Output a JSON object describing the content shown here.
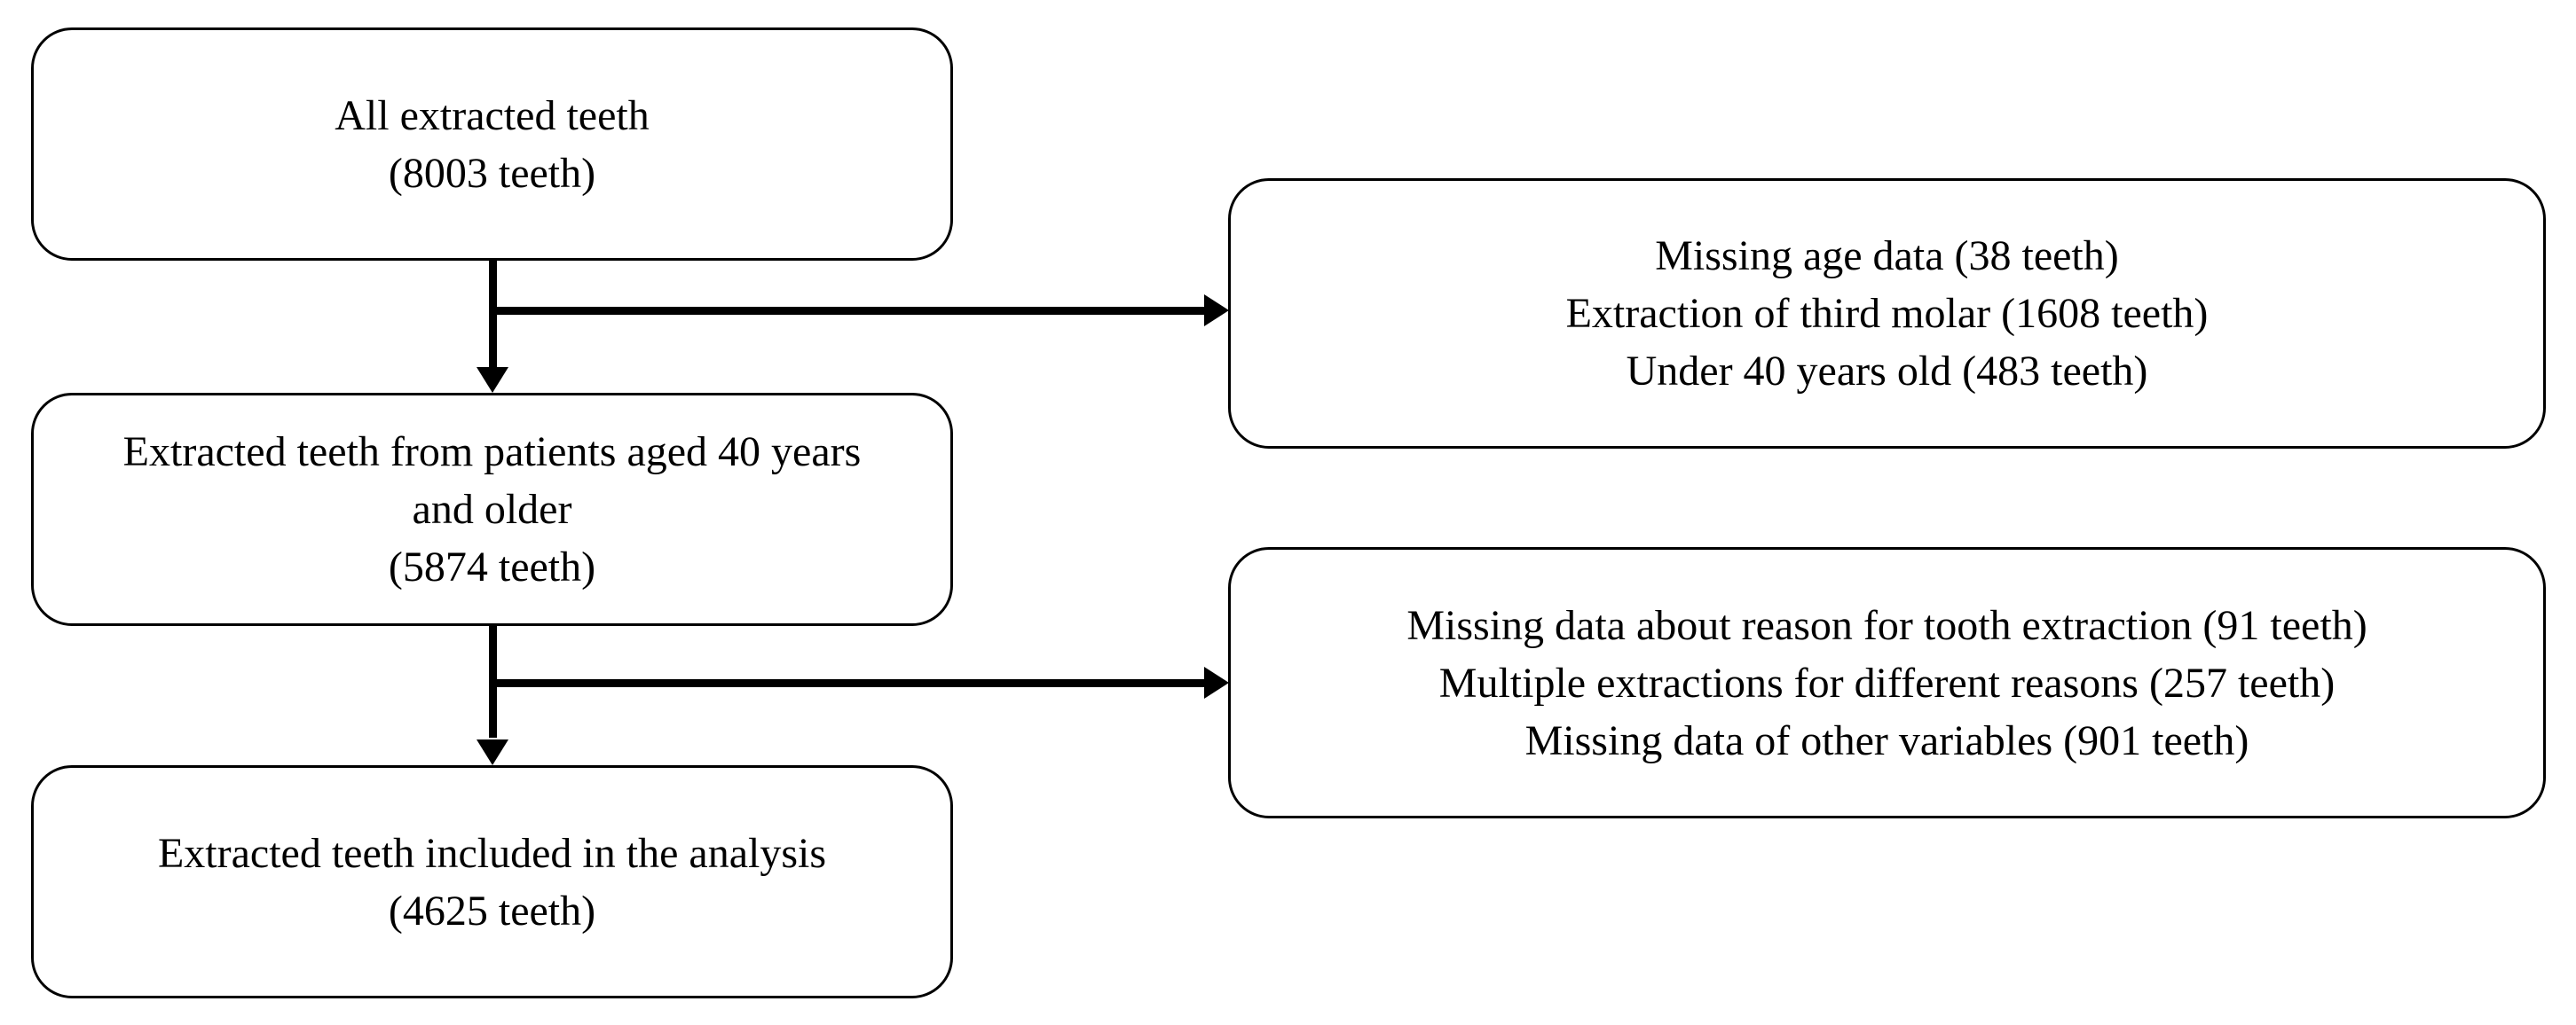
{
  "flowchart": {
    "type": "flow-diagram",
    "background_color": "#ffffff",
    "box_fill_color": "#ffffff",
    "line_color": "#000000",
    "nodes": [
      {
        "id": "all-extracted-teeth",
        "role": "main",
        "lines": [
          "All extracted teeth",
          "(8003 teeth)"
        ],
        "count": 8003
      },
      {
        "id": "aged-40-and-older",
        "role": "main",
        "lines": [
          "Extracted teeth from patients aged 40 years and older",
          "(5874 teeth)"
        ],
        "count": 5874
      },
      {
        "id": "included-in-analysis",
        "role": "main",
        "lines": [
          "Extracted teeth included in the analysis",
          "(4625 teeth)"
        ],
        "count": 4625
      },
      {
        "id": "exclusions-step-1",
        "role": "exclusion",
        "lines": [
          "Missing age data (38 teeth)",
          "Extraction of third molar (1608 teeth)",
          "Under 40 years old (483 teeth)"
        ],
        "counts": [
          38,
          1608,
          483
        ]
      },
      {
        "id": "exclusions-step-2",
        "role": "exclusion",
        "lines": [
          "Missing data about reason for tooth extraction (91 teeth)",
          "Multiple extractions for different reasons (257 teeth)",
          "Missing data of other variables (901 teeth)"
        ],
        "counts": [
          91,
          257,
          901
        ]
      }
    ],
    "edges": [
      {
        "from": "all-extracted-teeth",
        "to": "aged-40-and-older",
        "direction": "down"
      },
      {
        "from": "all-extracted-teeth",
        "to": "exclusions-step-1",
        "direction": "right"
      },
      {
        "from": "aged-40-and-older",
        "to": "included-in-analysis",
        "direction": "down"
      },
      {
        "from": "aged-40-and-older",
        "to": "exclusions-step-2",
        "direction": "right"
      }
    ]
  }
}
